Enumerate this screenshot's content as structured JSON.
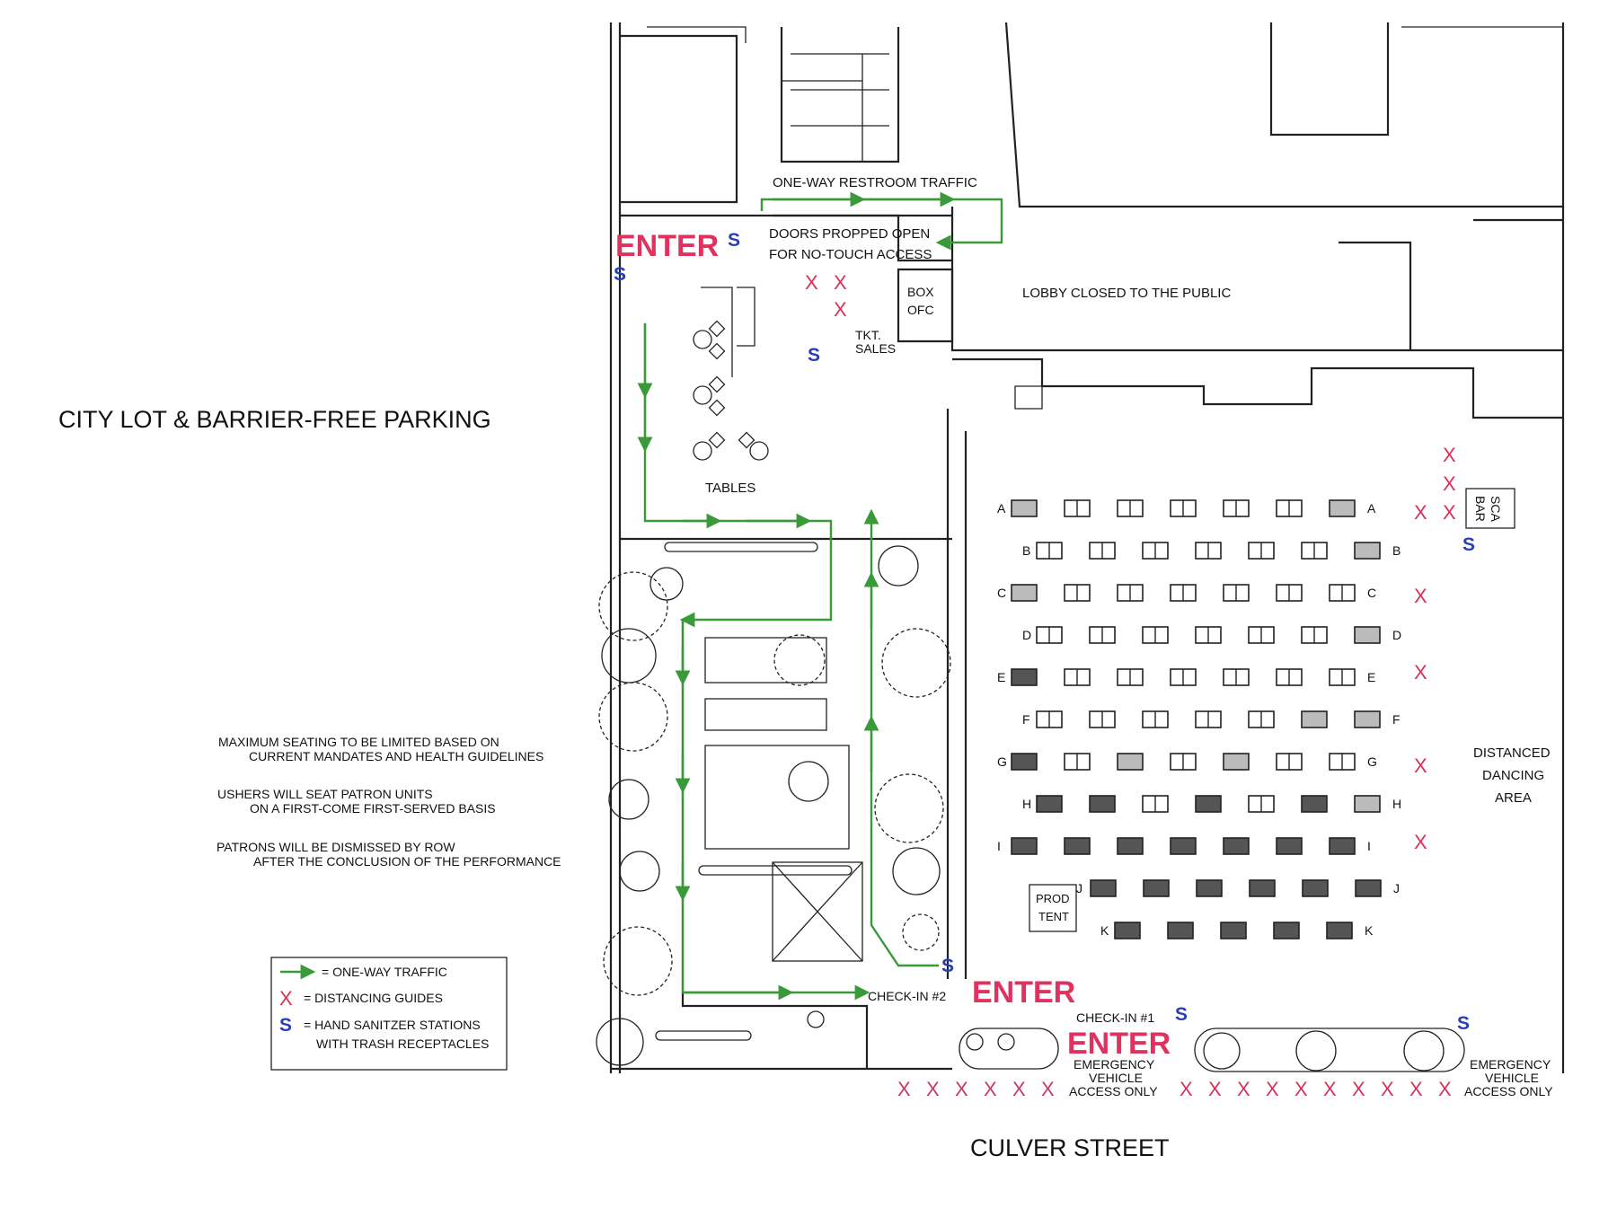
{
  "title_parking": "CITY LOT & BARRIER-FREE PARKING",
  "street": "CULVER STREET",
  "lobby": "LOBBY CLOSED TO THE PUBLIC",
  "restroom_traffic": "ONE-WAY RESTROOM TRAFFIC",
  "doors_line1": "DOORS PROPPED OPEN",
  "doors_line2": "FOR NO-TOUCH ACCESS",
  "box_office_1": "BOX",
  "box_office_2": "OFC",
  "tkt_1": "TKT.",
  "tkt_2": "SALES",
  "tables": "TABLES",
  "enter": "ENTER",
  "check_in_1": "CHECK-IN #1",
  "check_in_2": "CHECK-IN #2",
  "emergency_1": "EMERGENCY",
  "emergency_2": "VEHICLE",
  "emergency_3": "ACCESS ONLY",
  "sca_bar_1": "SCA",
  "sca_bar_2": "BAR",
  "prod_tent_1": "PROD",
  "prod_tent_2": "TENT",
  "dancing_1": "DISTANCED",
  "dancing_2": "DANCING",
  "dancing_3": "AREA",
  "notes": [
    {
      "l1": "MAXIMUM SEATING TO BE LIMITED BASED ON",
      "l2": "CURRENT MANDATES AND HEALTH GUIDELINES"
    },
    {
      "l1": "USHERS WILL SEAT PATRON UNITS",
      "l2": "ON A FIRST-COME FIRST-SERVED BASIS"
    },
    {
      "l1": "PATRONS WILL BE DISMISSED BY ROW",
      "l2": "AFTER THE CONCLUSION OF THE PERFORMANCE"
    }
  ],
  "legend": {
    "traffic": "= ONE-WAY TRAFFIC",
    "distancing": "= DISTANCING GUIDES",
    "sanitizer_1": "= HAND SANITZER STATIONS",
    "sanitizer_2": "WITH TRASH RECEPTACLES",
    "x_symbol": "X",
    "s_symbol": "S"
  },
  "x_symbol": "X",
  "s_symbol": "S",
  "seating": {
    "rows": [
      {
        "label": "A",
        "seats": [
          "dot",
          "open",
          "open",
          "open",
          "open",
          "open",
          "dot"
        ]
      },
      {
        "label": "B",
        "seats": [
          "open",
          "open",
          "open",
          "open",
          "open",
          "open",
          "dot"
        ]
      },
      {
        "label": "C",
        "seats": [
          "dot",
          "open",
          "open",
          "open",
          "open",
          "open",
          "open"
        ]
      },
      {
        "label": "D",
        "seats": [
          "open",
          "open",
          "open",
          "open",
          "open",
          "open",
          "dot"
        ]
      },
      {
        "label": "E",
        "seats": [
          "dark",
          "open",
          "open",
          "open",
          "open",
          "open",
          "open"
        ]
      },
      {
        "label": "F",
        "seats": [
          "open",
          "open",
          "open",
          "open",
          "open",
          "dot",
          "dot"
        ]
      },
      {
        "label": "G",
        "seats": [
          "dark",
          "open",
          "dot",
          "open",
          "dot",
          "open",
          "open"
        ]
      },
      {
        "label": "H",
        "seats": [
          "dark",
          "dark",
          "open",
          "dark",
          "open",
          "dark",
          "dot"
        ]
      },
      {
        "label": "I",
        "seats": [
          "dark",
          "dark",
          "dark",
          "dark",
          "dark",
          "dark",
          "dark"
        ]
      },
      {
        "label": "J",
        "seats": [
          "dark",
          "dark",
          "dark",
          "dark",
          "dark",
          "dark"
        ]
      },
      {
        "label": "K",
        "seats": [
          "dark",
          "dark",
          "dark",
          "dark",
          "dark"
        ]
      }
    ]
  },
  "colors": {
    "enter": "#e0325f",
    "flow": "#3a9a3a",
    "x": "#d9315a",
    "s": "#2b3fb5"
  }
}
